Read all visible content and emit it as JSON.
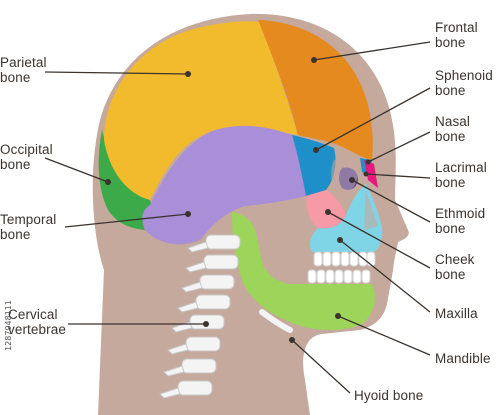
{
  "labels": {
    "frontal": "Frontal\nbone",
    "sphenoid": "Sphenoid\nbone",
    "nasal": "Nasal\nbone",
    "lacrimal": "Lacrimal\nbone",
    "ethmoid": "Ethmoid\nbone",
    "cheek": "Cheek\nbone",
    "maxilla": "Maxilla",
    "mandible": "Mandible",
    "hyoid": "Hyoid bone",
    "parietal": "Parietal\nbone",
    "occipital": "Occipital\nbone",
    "temporal": "Temporal\nbone",
    "cervical": "Cervical\nvertebrae"
  },
  "stock_id": "1287948111",
  "colors": {
    "skin": "#c4a99c",
    "skin_edge": "#b69a8d",
    "parietal": "#f2bb2e",
    "frontal": "#e48a1e",
    "occipital": "#3daa4a",
    "temporal": "#a98ed8",
    "sphenoid": "#1f8fc9",
    "cheek": "#f59aa6",
    "maxilla": "#7fd4e6",
    "mandible": "#9dd45a",
    "lacrimal": "#e8197c",
    "ethmoid": "#4f3fb0",
    "spine": "#f4f4f4",
    "leader": "#3a332e"
  },
  "icons": {
    "teeth": "teeth-row",
    "spine": "vertebra-stack"
  }
}
